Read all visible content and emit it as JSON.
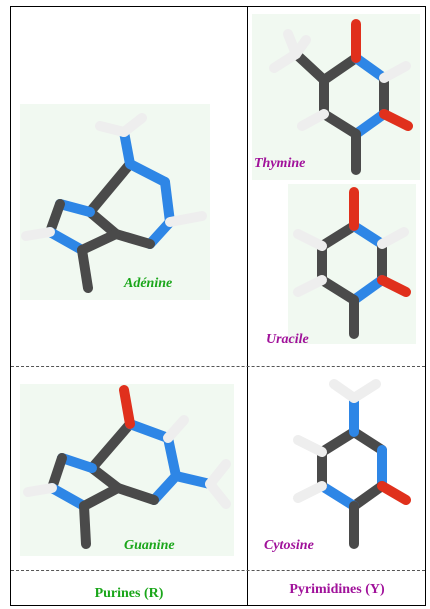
{
  "molecules": {
    "adenine": "Adénine",
    "guanine": "Guanine",
    "thymine": "Thymine",
    "uracile": "Uracile",
    "cytosine": "Cytosine"
  },
  "footer": {
    "purines": "Purines (R)",
    "pyrimidines": "Pyrimidines (Y)"
  },
  "colors": {
    "purine_label": "#1aa61a",
    "pyrimidine_label": "#a0119a",
    "carbon": "#4a4a4a",
    "nitrogen": "#2e86e6",
    "oxygen": "#e0301c",
    "hydrogen": "#eeeeee"
  }
}
